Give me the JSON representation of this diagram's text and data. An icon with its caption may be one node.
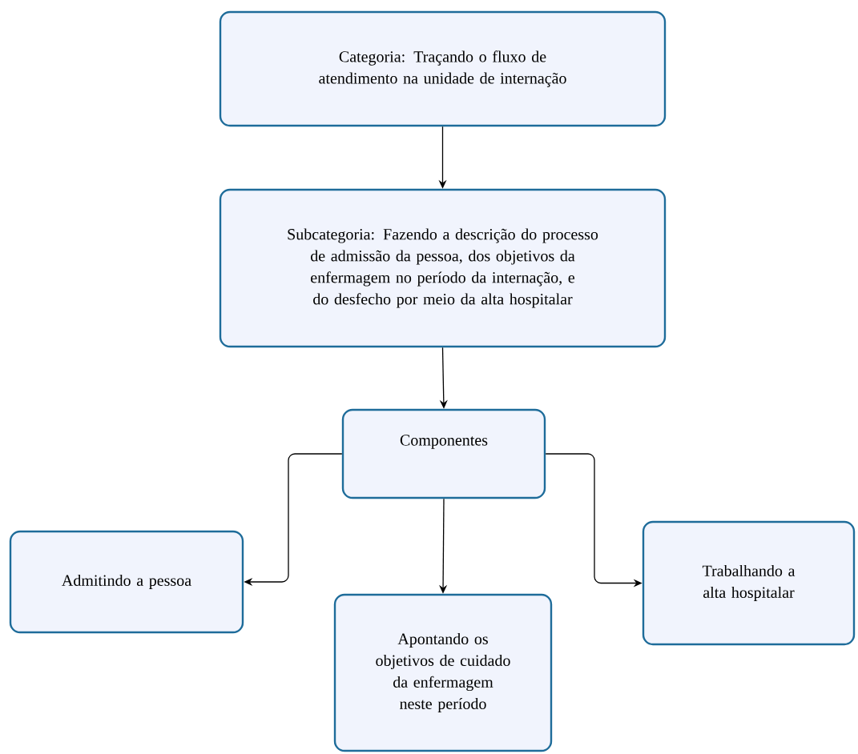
{
  "diagram": {
    "nodes": [
      {
        "text": [
          "Categoria: Traçando o fluxo de atendimento na unidade de internação"
        ]
      },
      {
        "text": [
          "Subcategoria: Fazendo a descrição do processo de admissão da pessoa, dos objetivos da enfermagem no período da internação, e do desfecho por meio da alta hospitalar"
        ]
      },
      {
        "text": [
          "Componentes"
        ]
      },
      {
        "text": [
          "Admitindo a pessoa"
        ]
      },
      {
        "text": [
          "Apontando os objetivos de cuidado da enfermagem neste período"
        ]
      },
      {
        "text": [
          "Trabalhando a alta hospitalar"
        ]
      }
    ],
    "edges": [
      {
        "from": 0,
        "to": 1,
        "arrow": "to"
      },
      {
        "from": 1,
        "to": 2,
        "arrow": "to"
      },
      {
        "from": 2,
        "to": 3,
        "arrow": "to"
      },
      {
        "from": 2,
        "to": 4,
        "arrow": "to"
      },
      {
        "from": 2,
        "to": 5,
        "arrow": "to"
      }
    ]
  }
}
